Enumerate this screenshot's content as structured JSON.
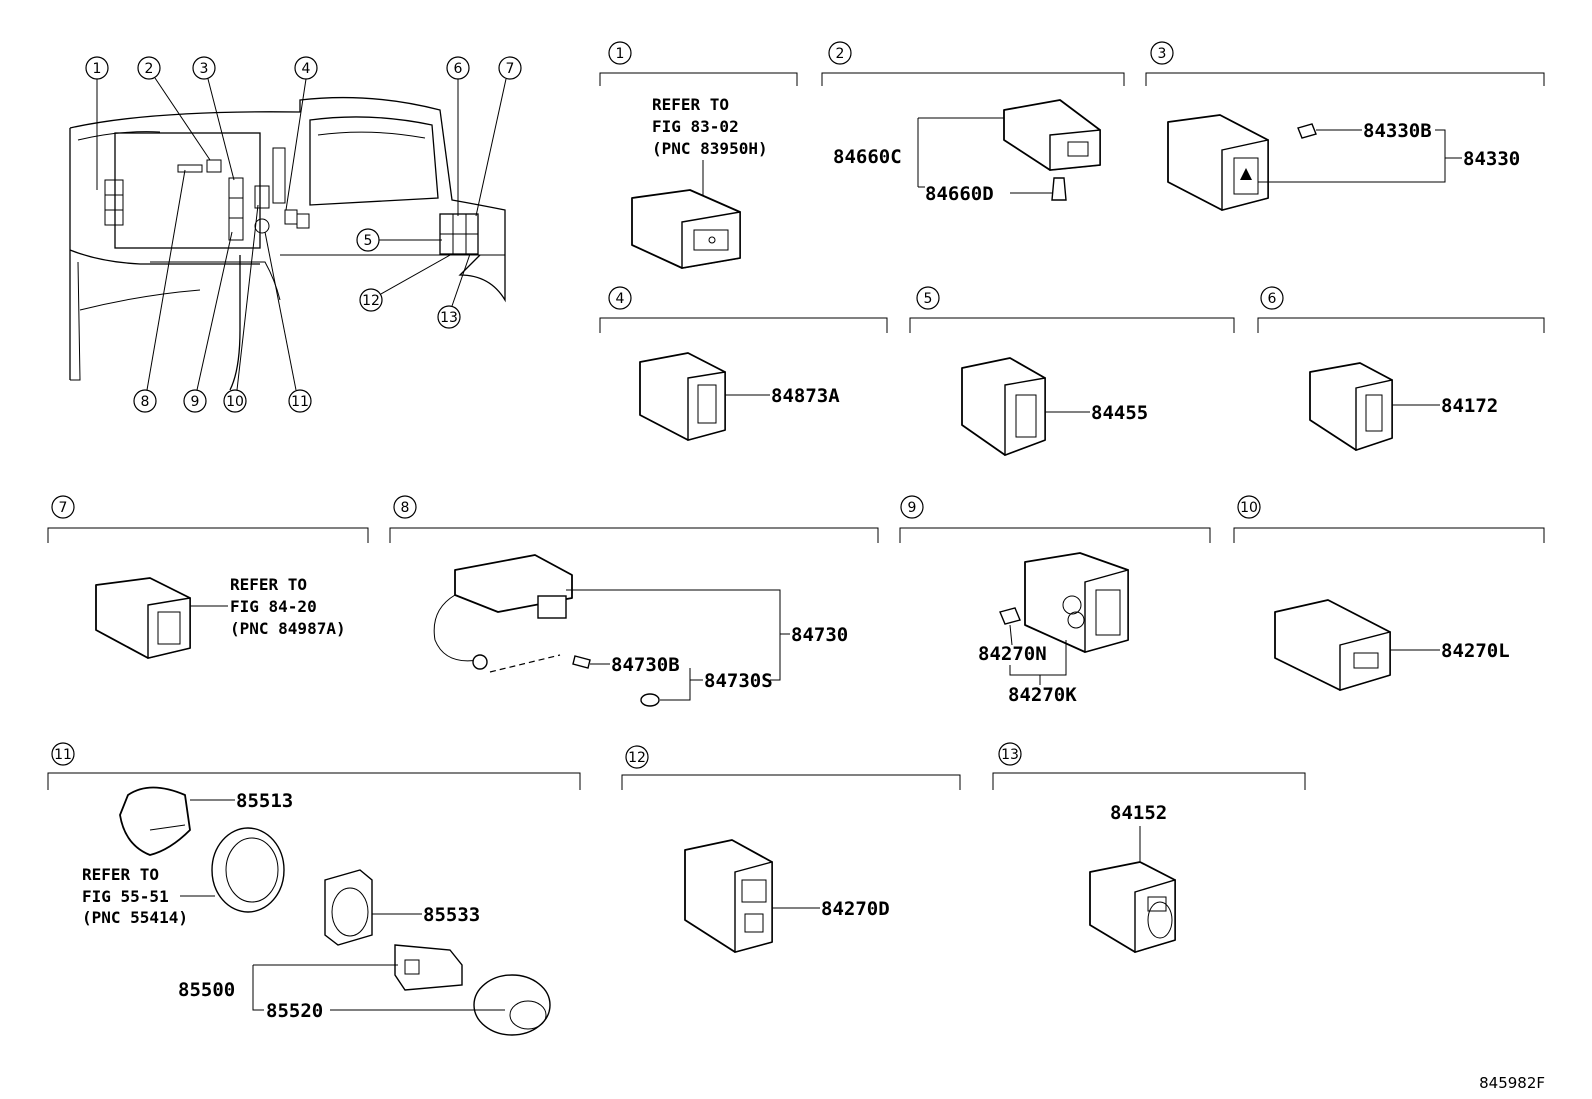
{
  "overview": {
    "callouts": [
      "1",
      "2",
      "3",
      "4",
      "5",
      "6",
      "7",
      "8",
      "9",
      "10",
      "11",
      "12",
      "13"
    ]
  },
  "sections": [
    {
      "num": "1",
      "refer": [
        "REFER TO",
        "FIG 83-02",
        "(PNC 83950H)"
      ]
    },
    {
      "num": "2",
      "parts": [
        "84660C",
        "84660D"
      ]
    },
    {
      "num": "3",
      "parts": [
        "84330B",
        "84330"
      ]
    },
    {
      "num": "4",
      "parts": [
        "84873A"
      ]
    },
    {
      "num": "5",
      "parts": [
        "84455"
      ]
    },
    {
      "num": "6",
      "parts": [
        "84172"
      ]
    },
    {
      "num": "7",
      "refer": [
        "REFER TO",
        "FIG 84-20",
        "(PNC 84987A)"
      ]
    },
    {
      "num": "8",
      "parts": [
        "84730",
        "84730B",
        "84730S"
      ]
    },
    {
      "num": "9",
      "parts": [
        "84270N",
        "84270K"
      ]
    },
    {
      "num": "10",
      "parts": [
        "84270L"
      ]
    },
    {
      "num": "11",
      "parts": [
        "85513",
        "85533",
        "85500",
        "85520"
      ],
      "refer": [
        "REFER TO",
        "FIG 55-51",
        "(PNC 55414)"
      ]
    },
    {
      "num": "12",
      "parts": [
        "84270D"
      ]
    },
    {
      "num": "13",
      "parts": [
        "84152"
      ]
    }
  ],
  "figure_code": "845982F"
}
